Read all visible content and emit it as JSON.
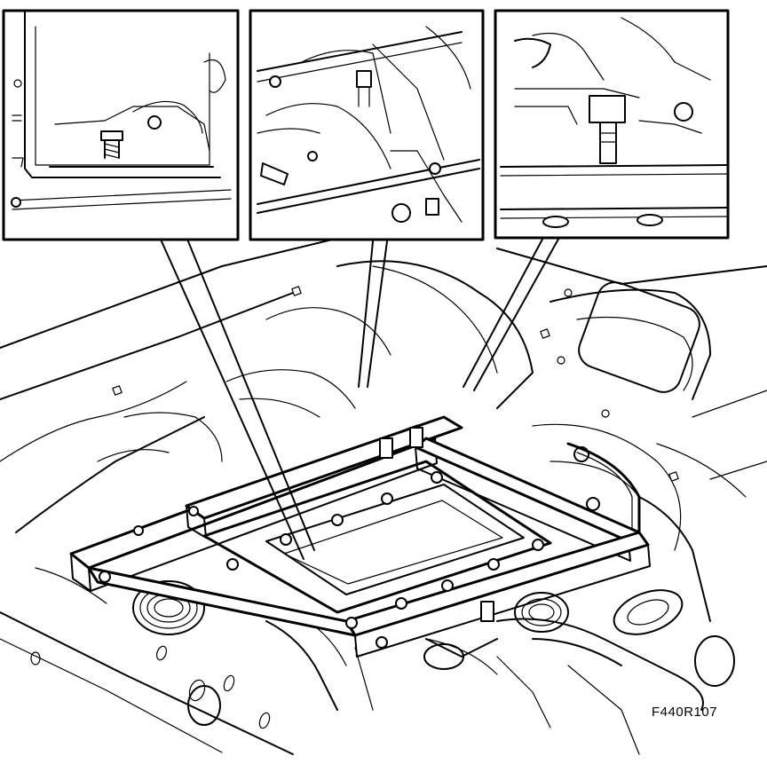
{
  "figure": {
    "code": "F440R107",
    "subject": "underbody-subframe-mount-with-detail-insets"
  },
  "insets": [
    {
      "id": "inset-left",
      "icon": "bolt-on-flange-detail"
    },
    {
      "id": "inset-middle",
      "icon": "bolt-on-crossmember-detail"
    },
    {
      "id": "inset-right",
      "icon": "threaded-sleeve-detail"
    }
  ]
}
